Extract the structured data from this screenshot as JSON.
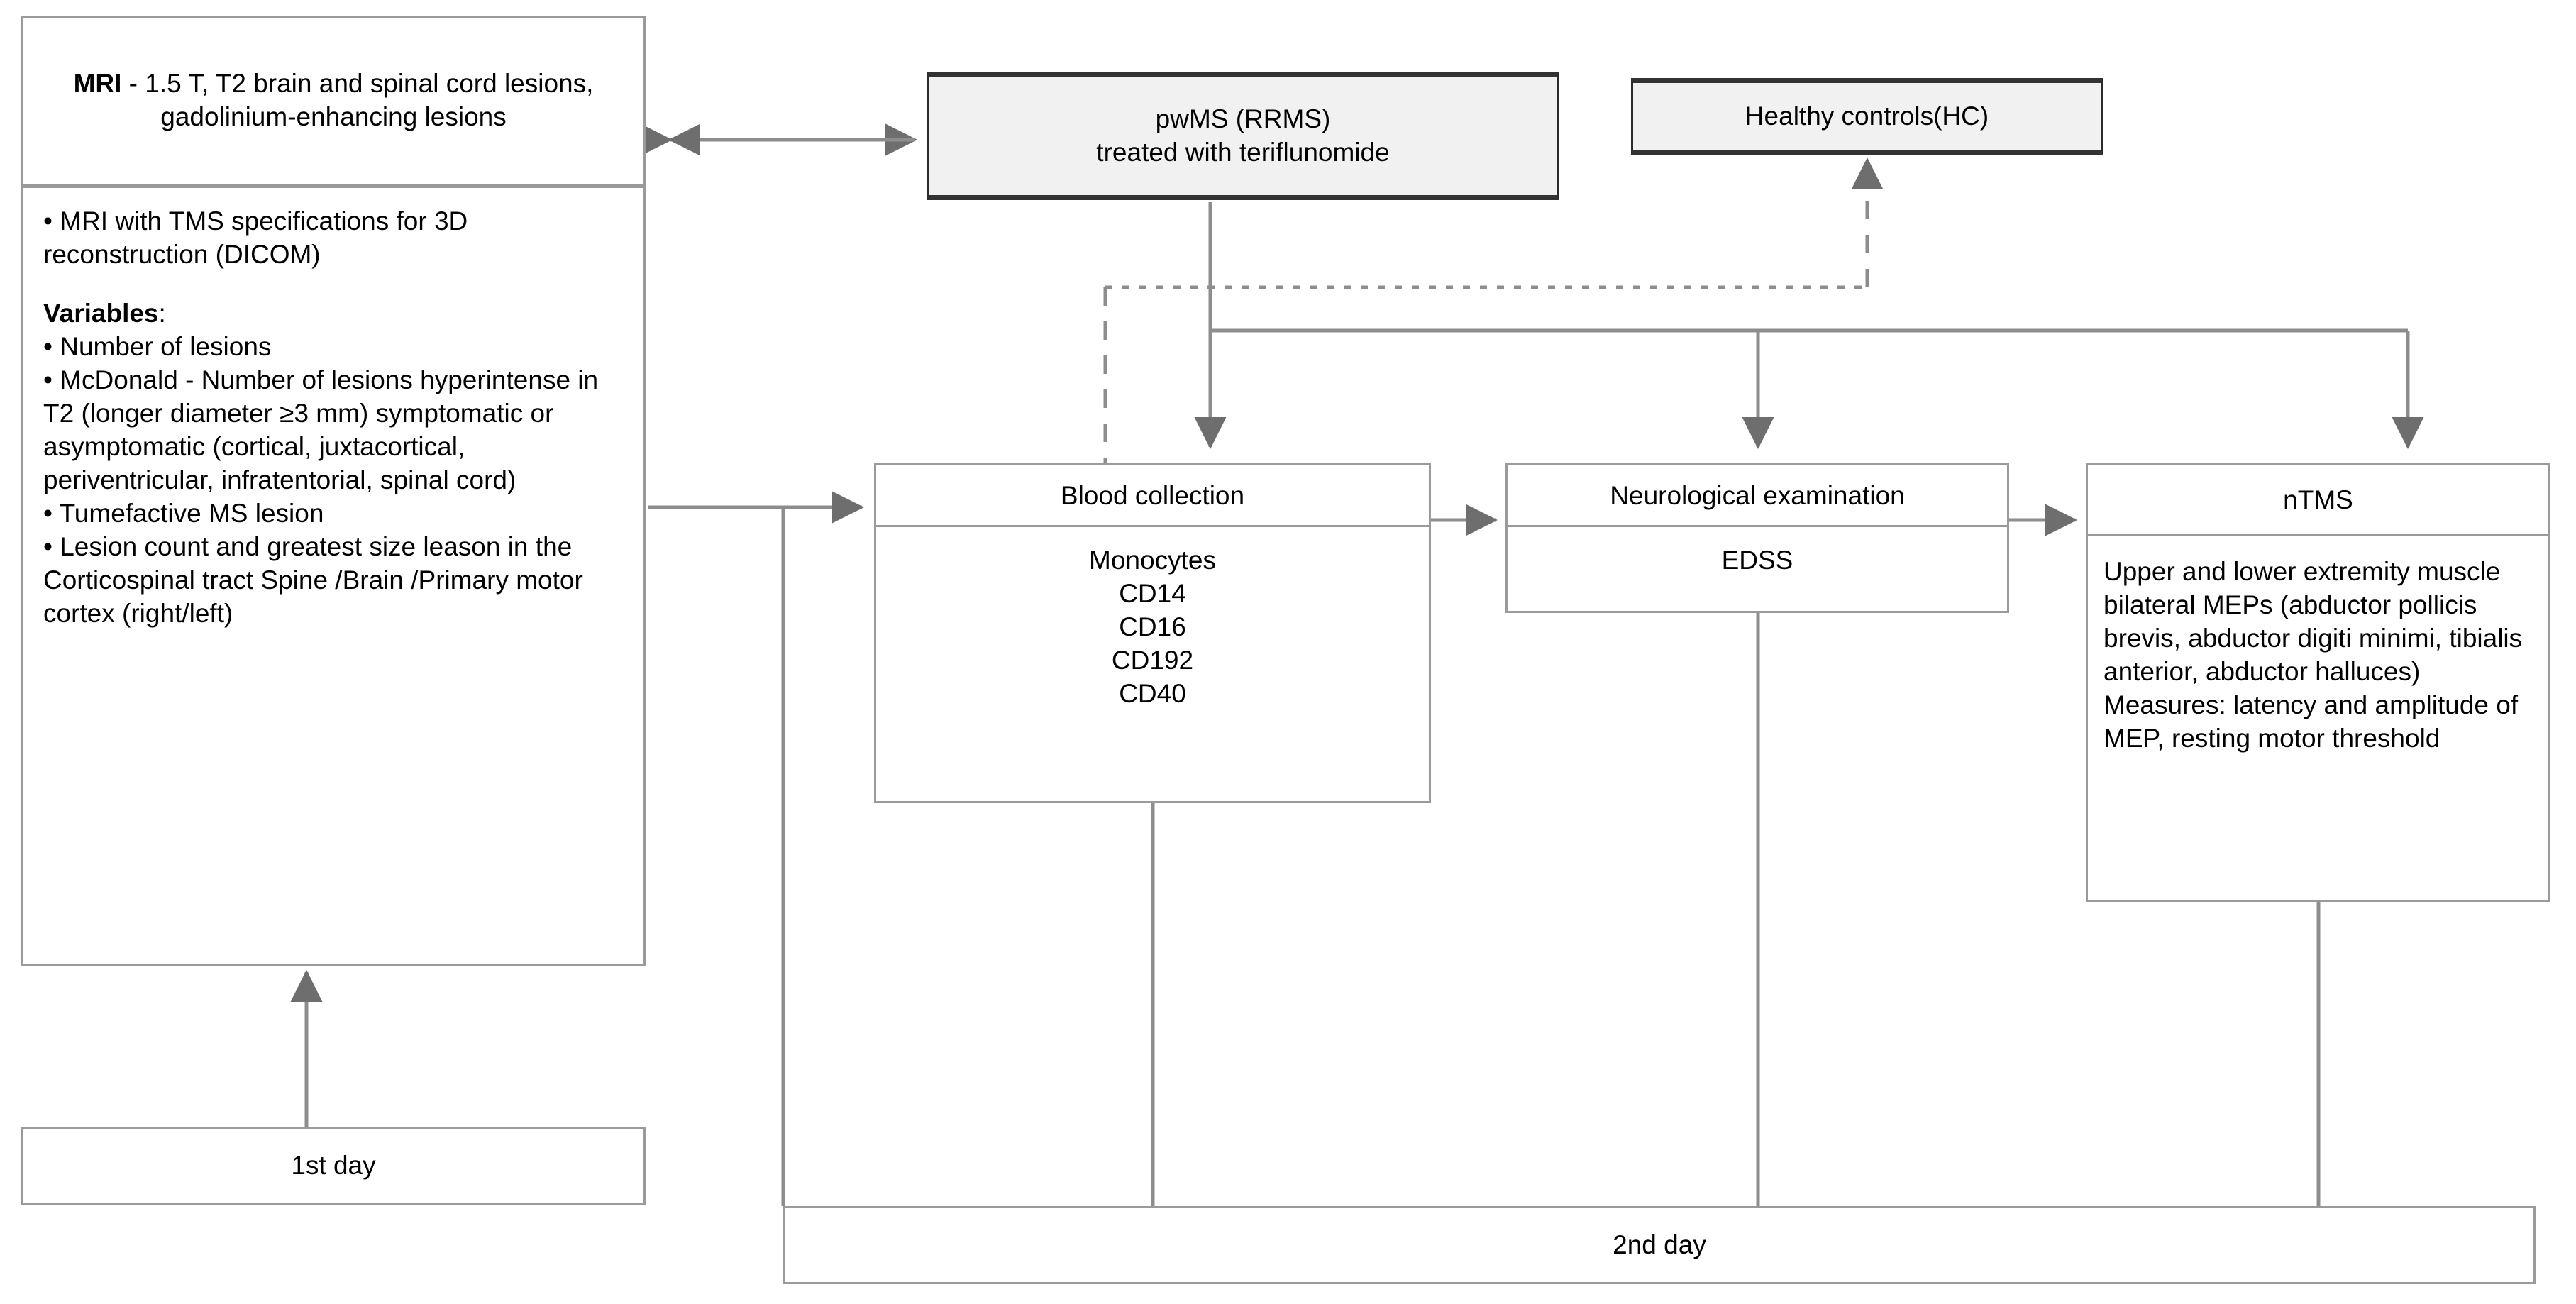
{
  "diagram": {
    "title": "Study protocol flowchart",
    "colors": {
      "box_border": "#9a9a9a",
      "shaded_fill": "#f1f1f1",
      "line": "#8d8d8d",
      "arrow": "#6e6e6e",
      "text": "#000000"
    }
  },
  "mri_panel": {
    "header": {
      "bold": "MRI",
      "rest": " - 1.5 T, T2 brain and spinal cord lesions, gadolinium-enhancing lesions"
    },
    "bullet_top": "• MRI with TMS specifications for 3D reconstruction (DICOM)",
    "variables_label": "Variables",
    "variables_colon": ":",
    "variables": [
      "• Number of lesions",
      "• McDonald - Number of lesions hyperintense in T2 (longer diameter ≥3 mm) symptomatic or asymptomatic (cortical, juxtacortical, periventricular, infratentorial, spinal cord)",
      "• Tumefactive MS lesion",
      "• Lesion count and greatest size leason in the Corticospinal tract Spine /Brain /Primary motor cortex (right/left)"
    ]
  },
  "groups": {
    "patients_line1": "pwMS (RRMS)",
    "patients_line2": "treated with teriflunomide",
    "controls": "Healthy controls(HC)"
  },
  "blood": {
    "title": "Blood collection",
    "items": [
      "Monocytes",
      "CD14",
      "CD16",
      "CD192",
      "CD40"
    ]
  },
  "neuro": {
    "title": "Neurological examination",
    "measure": "EDSS"
  },
  "ntms": {
    "title": "nTMS",
    "body_line1": "Upper and lower extremity muscle bilateral MEPs (abductor pollicis brevis, abductor digiti minimi, tibialis anterior, abductor halluces)",
    "body_line2": "Measures: latency and amplitude of MEP, resting motor threshold"
  },
  "timeline": {
    "day1": "1st day",
    "day2": "2nd day"
  }
}
